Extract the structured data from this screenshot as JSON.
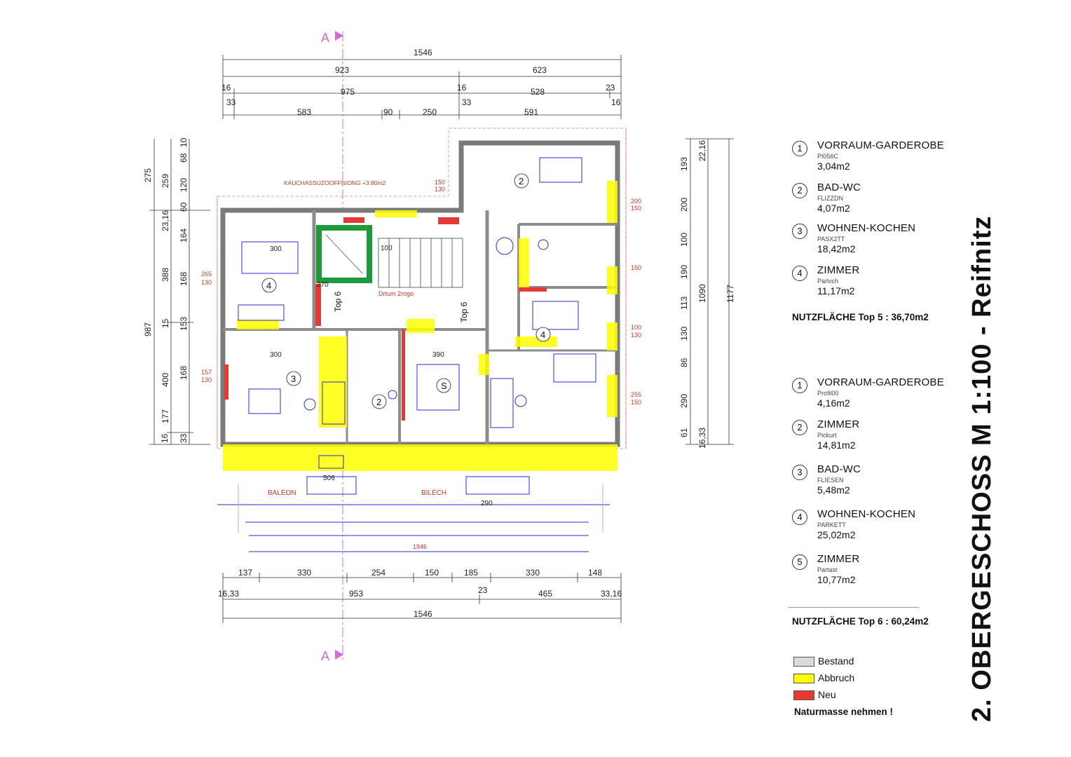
{
  "section_marker": "A",
  "top_dims": {
    "row1": [
      "1546"
    ],
    "row2": [
      "923",
      "623"
    ],
    "row3": [
      "16",
      "975",
      "16",
      "528",
      "23"
    ],
    "row4": [
      "33",
      "33",
      "16"
    ],
    "row5": [
      "583",
      "90",
      "250",
      "591"
    ]
  },
  "bottom_dims": {
    "row1": [
      "137",
      "330",
      "254",
      "150",
      "185",
      "330",
      "148"
    ],
    "row2": [
      "16,33",
      "953",
      "23",
      "465",
      "33,16"
    ],
    "row3": [
      "1546"
    ]
  },
  "left_dims": {
    "outer": [
      "275",
      "987",
      "16"
    ],
    "mid": [
      "259",
      "23,16",
      "388",
      "15",
      "400",
      "177"
    ],
    "inner": [
      "10",
      "68",
      "120",
      "60",
      "164",
      "168",
      "153",
      "168",
      "33"
    ]
  },
  "right_dims": {
    "inner": [
      "22,16",
      "193",
      "200",
      "100",
      "190",
      "113",
      "130",
      "86",
      "290",
      "61",
      "16,33"
    ],
    "mid": [
      "1090"
    ],
    "outer": [
      "1177"
    ]
  },
  "plan_notes": {
    "opening": "KAUCHASSUZOOFFNIONG +3.80m2",
    "balcony_left": "BALEON",
    "balcony_right": "BILECH",
    "top5": "Top 6",
    "top6": "Top 6",
    "stairs": "Drtum 2rogo",
    "small_dims": [
      "300",
      "300",
      "100",
      "390",
      "157",
      "130",
      "265",
      "130",
      "150",
      "130",
      "255",
      "150",
      "200",
      "150",
      "150",
      "100",
      "130",
      "1946",
      "270",
      "506",
      "290"
    ]
  },
  "room_tags": [
    "4",
    "3",
    "2",
    "S",
    "4",
    "2"
  ],
  "legend": {
    "top5": {
      "rooms": [
        {
          "num": "1",
          "name": "VORRAUM-GARDEROBE",
          "floor": "PI056C",
          "area": "3,04m2"
        },
        {
          "num": "2",
          "name": "BAD-WC",
          "floor": "FLIZZDN",
          "area": "4,07m2"
        },
        {
          "num": "3",
          "name": "WOHNEN-KOCHEN",
          "floor": "PASX2TT",
          "area": "18,42m2"
        },
        {
          "num": "4",
          "name": "ZIMMER",
          "floor": "Parlvch",
          "area": "11,17m2"
        }
      ],
      "total": "NUTZFLÄCHE Top 5 : 36,70m2"
    },
    "top6": {
      "rooms": [
        {
          "num": "1",
          "name": "VORRAUM-GARDEROBE",
          "floor": "Profil00",
          "area": "4,16m2"
        },
        {
          "num": "2",
          "name": "ZIMMER",
          "floor": "Pickurt",
          "area": "14,81m2"
        },
        {
          "num": "3",
          "name": "BAD-WC",
          "floor": "FLIESEN",
          "area": "5,48m2"
        },
        {
          "num": "4",
          "name": "WOHNEN-KOCHEN",
          "floor": "PARKETT",
          "area": "25,02m2"
        },
        {
          "num": "5",
          "name": "ZIMMER",
          "floor": "Partast",
          "area": "10,77m2"
        }
      ],
      "total": "NUTZFLÄCHE Top 6 : 60,24m2"
    },
    "key": [
      {
        "label": "Bestand",
        "color": "#d9d9d9"
      },
      {
        "label": "Abbruch",
        "color": "#ffff00"
      },
      {
        "label": "Neu",
        "color": "#e53935"
      }
    ],
    "note": "Naturmasse nehmen !"
  },
  "title": "2. OBERGESCHOSS M 1:100 - Reifnitz",
  "colors": {
    "existing_wall": "#8c8c8c",
    "demolition": "#ffff00",
    "new": "#e53935",
    "furniture": "#2b2bd6",
    "green": "#1f9a3a"
  }
}
